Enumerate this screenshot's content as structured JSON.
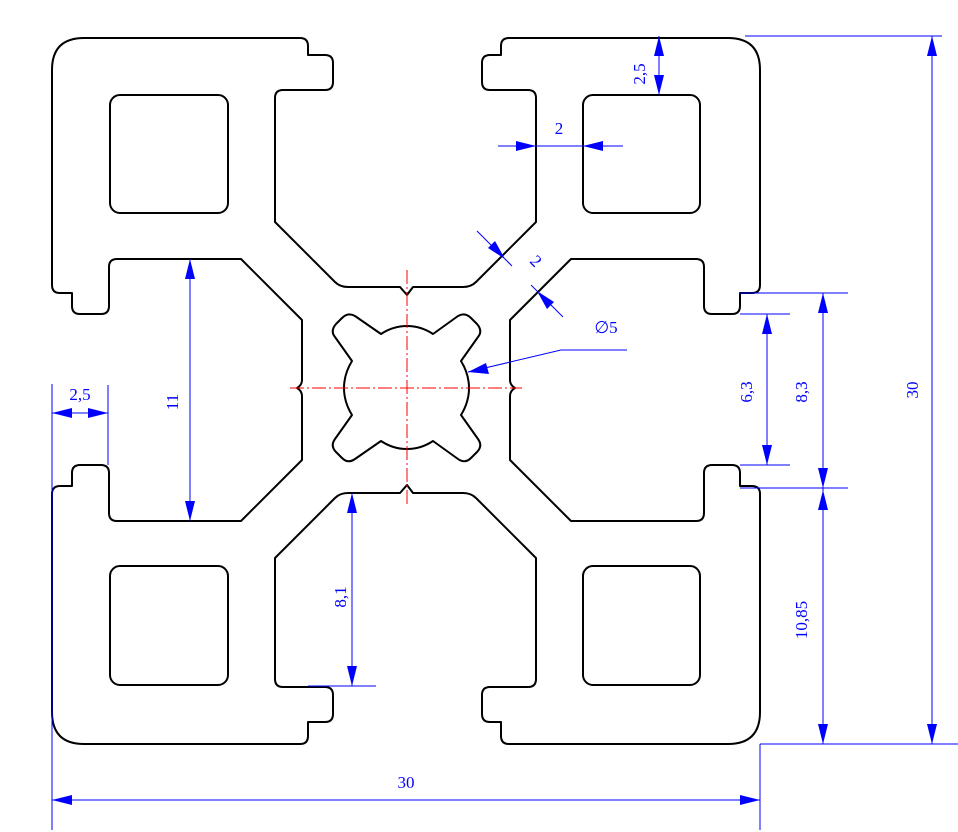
{
  "colors": {
    "outline": "#000000",
    "dimension": "#0000ff",
    "centerline": "#ff0000",
    "background": "#ffffff"
  },
  "dimensions": {
    "overall_width": "30",
    "overall_height": "30",
    "top_wall_thickness": "2,5",
    "side_wall_thickness": "2",
    "diagonal_wall_thickness": "2",
    "center_bore_diameter": "∅5",
    "slot_opening": "6,3",
    "slot_width": "8,3",
    "lower_height": "10,85",
    "left_slot_depth": "11",
    "left_wall_thickness": "2,5",
    "bottom_slot_depth": "8,1"
  }
}
